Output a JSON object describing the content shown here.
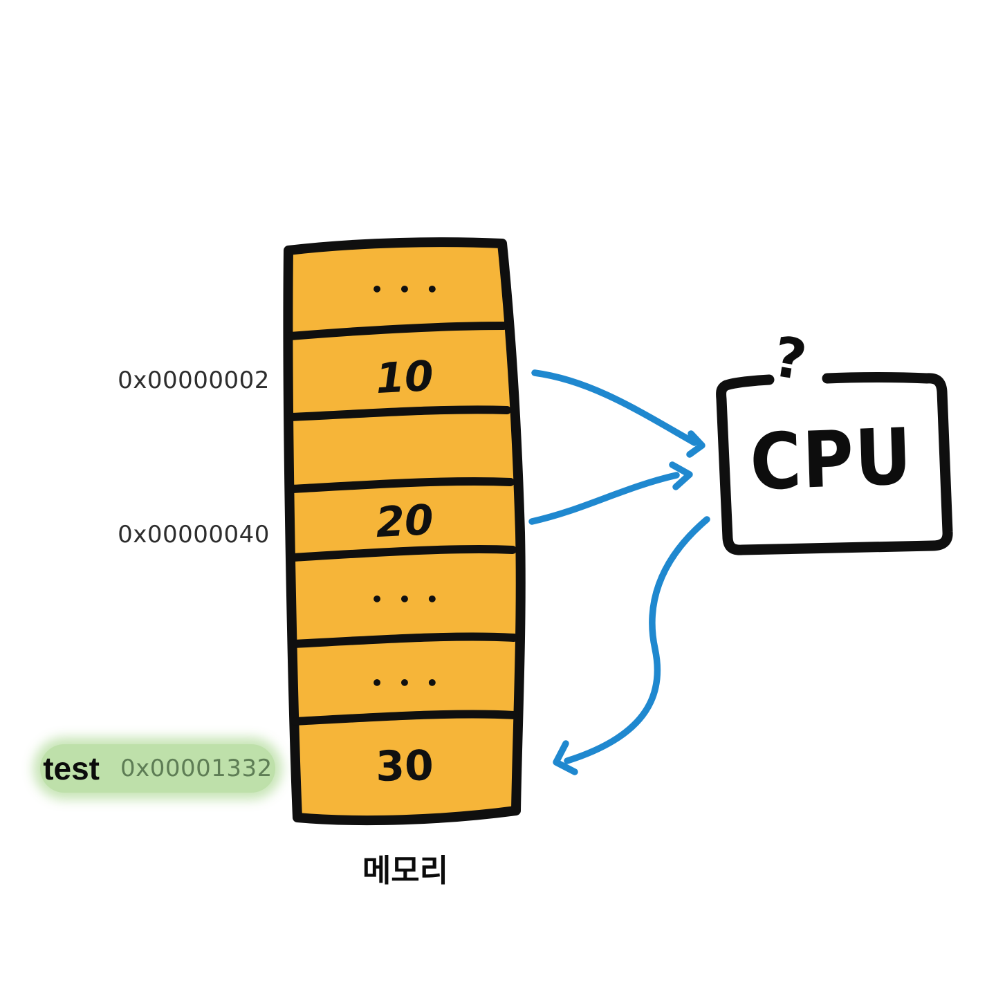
{
  "diagram": {
    "memory": {
      "label": "메모리",
      "cells": [
        {
          "value": "•••"
        },
        {
          "value": "10"
        },
        {
          "value": ""
        },
        {
          "value": "20"
        },
        {
          "value": "•••"
        },
        {
          "value": "•••"
        },
        {
          "value": "30"
        }
      ],
      "addresses": [
        {
          "text": "0x00000002"
        },
        {
          "text": "0x00000040"
        }
      ],
      "variable": {
        "name": "test",
        "address": "0x00001332"
      }
    },
    "cpu": {
      "label": "CPU",
      "question_mark": "?"
    },
    "colors": {
      "memory_fill": "#F6B539",
      "outline": "#0F0F0F",
      "arrow_blue": "#1F88CF",
      "highlight_bg": "#BEE0AA",
      "highlight_text": "#5E7D55"
    }
  }
}
